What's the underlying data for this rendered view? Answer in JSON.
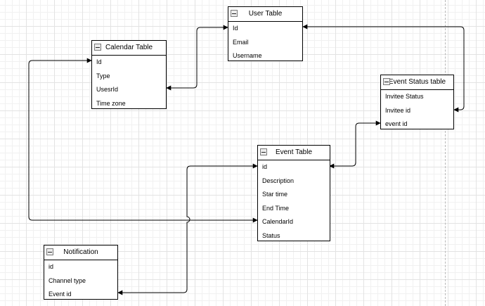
{
  "tables": {
    "user": {
      "title": "User Table",
      "fields": [
        "Id",
        "Email",
        "Username"
      ]
    },
    "calendar": {
      "title": "Calendar Table",
      "fields": [
        "Id",
        "Type",
        "UsesrId",
        "Time zone"
      ]
    },
    "event_status": {
      "title": "Event Status table",
      "fields": [
        "Invitee Status",
        "Invitee id",
        "event id"
      ]
    },
    "event": {
      "title": "Event Table",
      "fields": [
        "id",
        "Description",
        "Star time",
        "End Time",
        "CalendarId",
        "Status"
      ]
    },
    "notification": {
      "title": "Notification",
      "fields": [
        "id",
        "Channel type",
        "Event id"
      ]
    }
  },
  "relationships": [
    {
      "from": "User Table.Id",
      "to": "Calendar Table.UsesrId"
    },
    {
      "from": "User Table.Id",
      "to": "Event Status table.Invitee id"
    },
    {
      "from": "Event Table.id",
      "to": "Event Status table.event id"
    },
    {
      "from": "Event Table.CalendarId",
      "to": "Calendar Table.Id"
    },
    {
      "from": "Event Table.id",
      "to": "Notification.Event id"
    }
  ],
  "colors": {
    "line": "#000000",
    "grid": "#e3e3e3",
    "page_guide": "#b8b8b8"
  }
}
